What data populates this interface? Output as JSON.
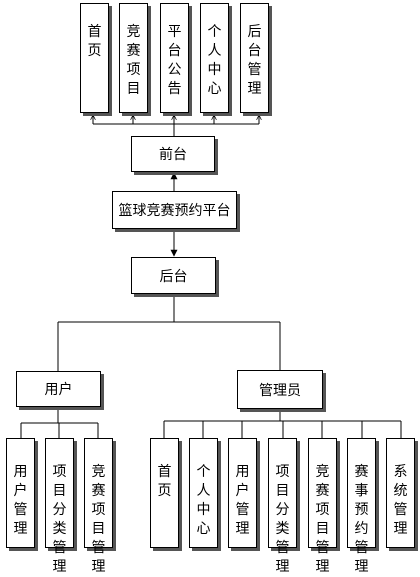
{
  "platform": {
    "label": "篮球竞赛预约平台"
  },
  "frontend": {
    "label": "前台",
    "modules": [
      "首页",
      "竞赛项目",
      "平台公告",
      "个人中心",
      "后台管理"
    ]
  },
  "backend": {
    "label": "后台",
    "user": {
      "label": "用户",
      "modules": [
        "用户管理",
        "项目分类管理",
        "竞赛项目管理"
      ]
    },
    "admin": {
      "label": "管理员",
      "modules": [
        "首页",
        "个人中心",
        "用户管理",
        "项目分类管理",
        "竞赛项目管理",
        "赛事预约管理",
        "系统管理"
      ]
    }
  }
}
